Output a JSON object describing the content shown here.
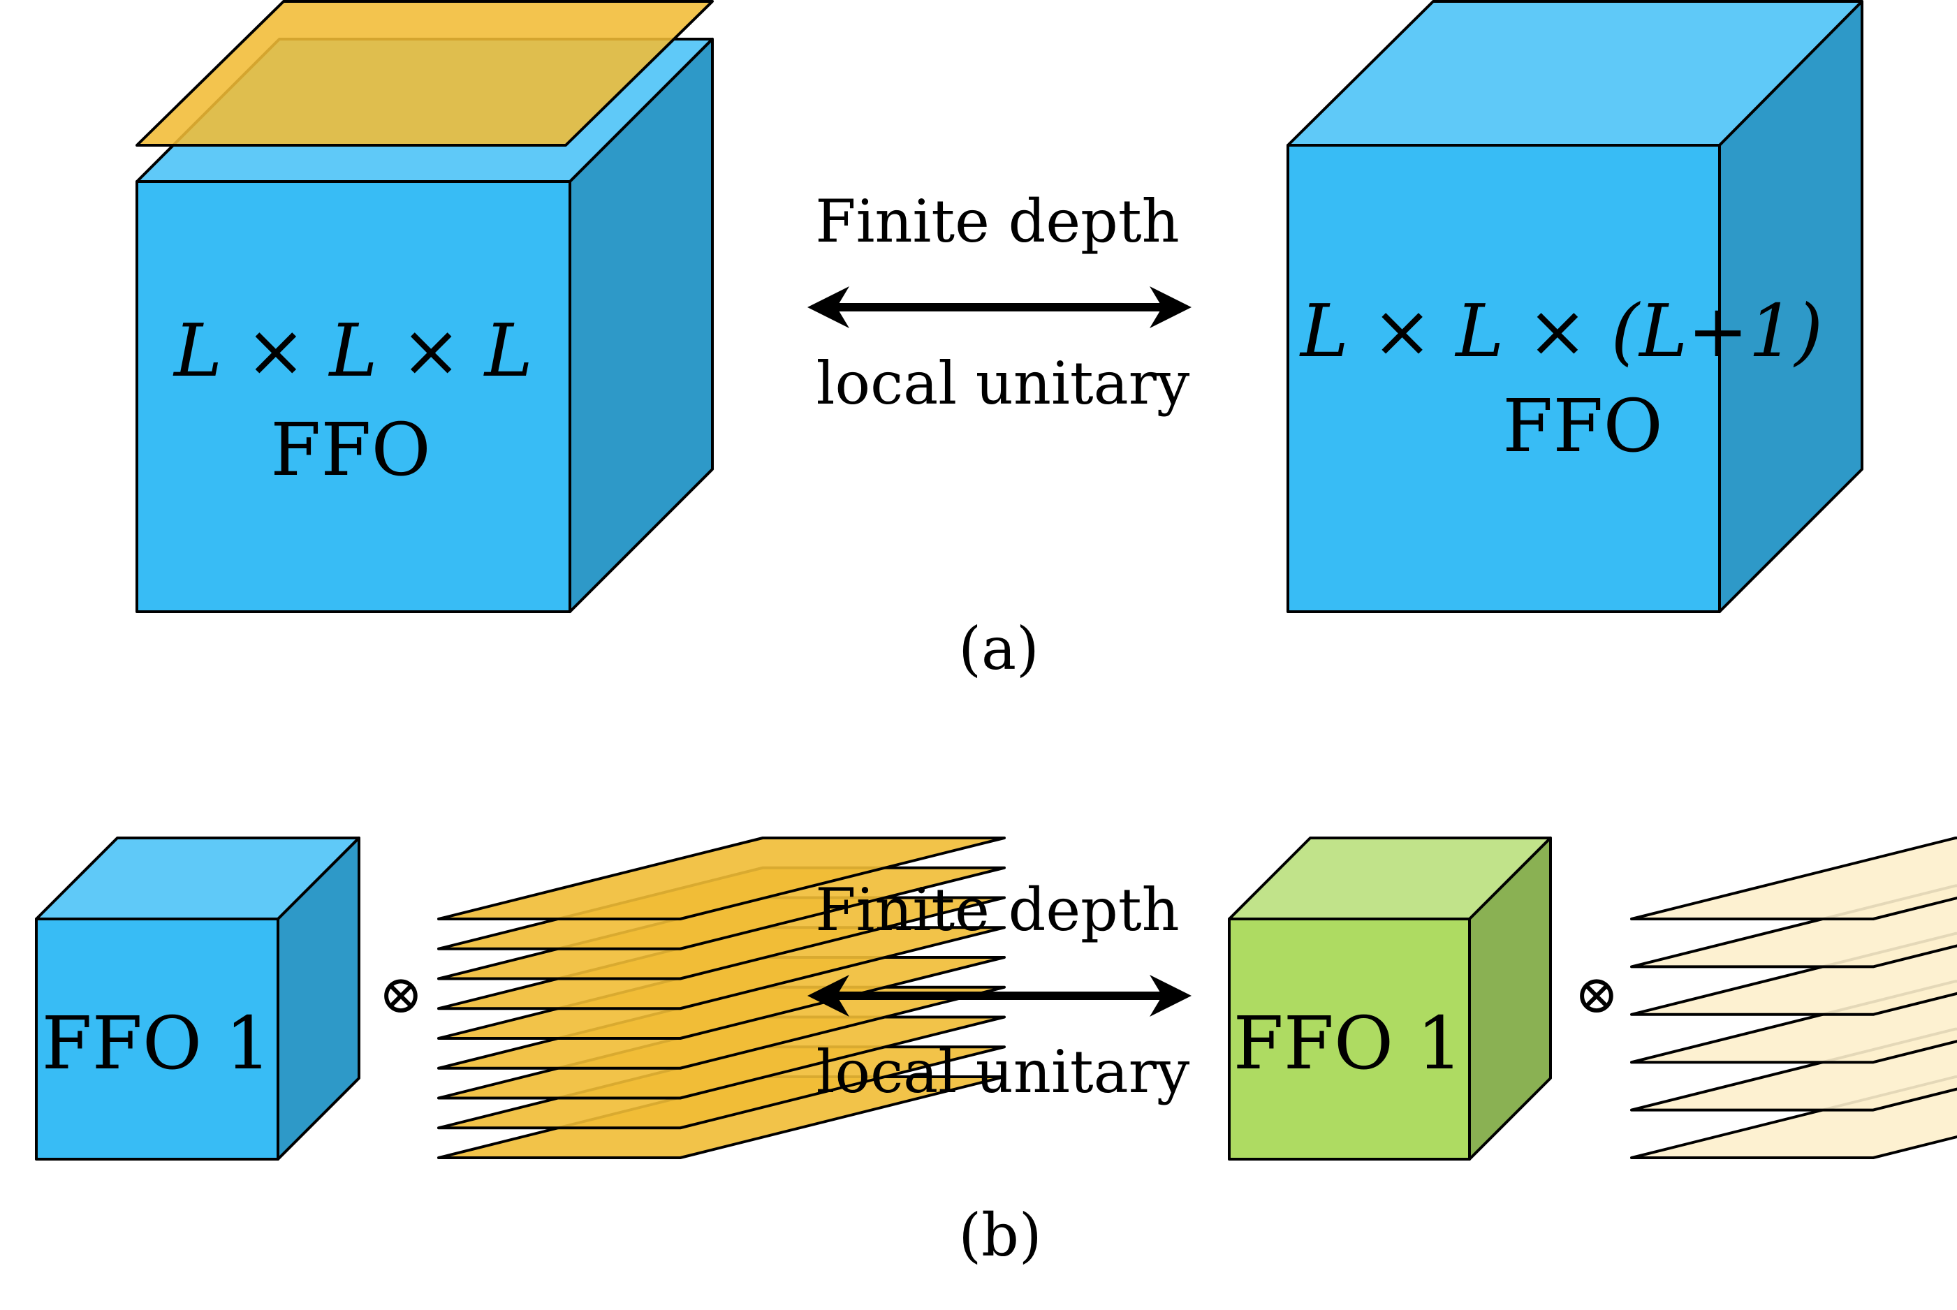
{
  "colors": {
    "blue_front": "#38BCF5",
    "blue_top": "#5FC9F8",
    "blue_side": "#2E99C8",
    "green_front": "#AEDB62",
    "green_top": "#C1E38A",
    "green_side": "#8AB153",
    "orange_layer": "#F1BC35",
    "cream_layer": "#FDF0CC",
    "outline": "#000000",
    "background": "#FFFFFF"
  },
  "panel_a": {
    "left_cube": {
      "dims": "L × L × L",
      "name": "FFO"
    },
    "relation": {
      "top": "Finite depth",
      "bottom": "local unitary"
    },
    "right_cube": {
      "dims": "L × L × (L+1)",
      "name": "FFO"
    },
    "caption": "(a)"
  },
  "panel_b": {
    "left_cube": {
      "name": "FFO 1"
    },
    "tensor_left": "⊗",
    "relation": {
      "top": "Finite depth",
      "bottom": "local unitary"
    },
    "right_cube": {
      "name": "FFO 1"
    },
    "tensor_right": "⊗",
    "caption": "(b)",
    "left_stack_layer_count": 9,
    "right_stack_layer_count": 6
  },
  "icons": {
    "arrow": "double-headed-arrow-icon",
    "tensor": "circled-times-icon"
  }
}
